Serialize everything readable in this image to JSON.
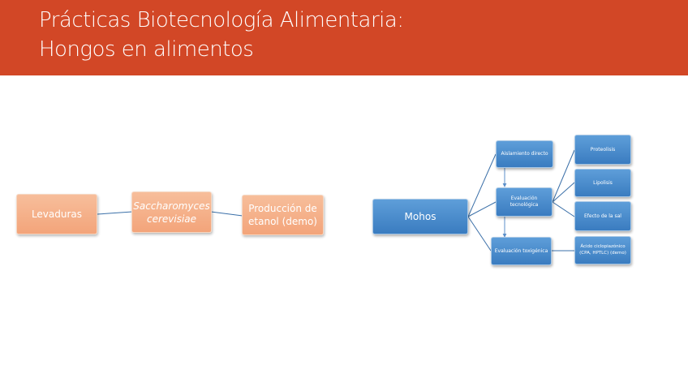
{
  "header": {
    "title_line1": "Prácticas Biotecnología Alimentaria:",
    "title_line2": "Hongos en alimentos",
    "color": "#d24726"
  },
  "left_diagram": {
    "levaduras": "Levaduras",
    "saccharomyces": "Saccharomyces cerevisiae",
    "produccion": "Producción de etanol (demo)"
  },
  "right_diagram": {
    "mohos": "Mohos",
    "aislamiento": "Aislamiento directo",
    "evaluacion_tecnologica": "Evaluación tecnológica",
    "evaluacion_toxigenica": "Evaluación toxigénica",
    "proteolisis": "Proteolisis",
    "lipolisis": "Lipolisis",
    "efecto_sal": "Efecto de la sal",
    "acido": "Ácido ciclopiazónico (CPA, HPTLC) (demo)"
  },
  "colors": {
    "orange_node": "#f3a47a",
    "blue_node": "#3a7cc0",
    "connector": "#3a6fa8"
  }
}
